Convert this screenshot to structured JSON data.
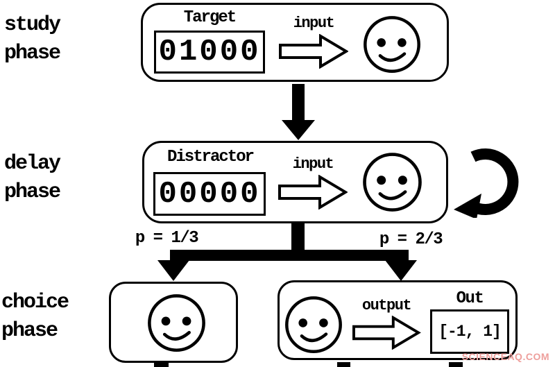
{
  "phases": {
    "study": {
      "line1": "study",
      "line2": "phase"
    },
    "delay": {
      "line1": "delay",
      "line2": "phase"
    },
    "choice": {
      "line1": "choice",
      "line2": "phase"
    }
  },
  "study_box": {
    "title": "Target",
    "value": "01000",
    "input_label": "input"
  },
  "delay_box": {
    "title": "Distractor",
    "value": "00000",
    "input_label": "input"
  },
  "branch": {
    "left_probability": "p = 1/3",
    "right_probability": "p = 2/3"
  },
  "choice_right_box": {
    "output_label": "output",
    "out_title": "Out",
    "out_value": "[-1, 1]"
  },
  "icons": {
    "agent": "smiley-face-icon",
    "input_arrow": "block-arrow-right-icon",
    "output_arrow": "block-arrow-right-icon",
    "flow_arrow": "thick-down-arrow-icon",
    "recurrence": "loop-arrow-icon"
  },
  "watermark": {
    "text": "SCIENCEAQ.COM",
    "color": "#ee9f9c"
  },
  "colors": {
    "ink": "#000000",
    "background": "#ffffff"
  }
}
